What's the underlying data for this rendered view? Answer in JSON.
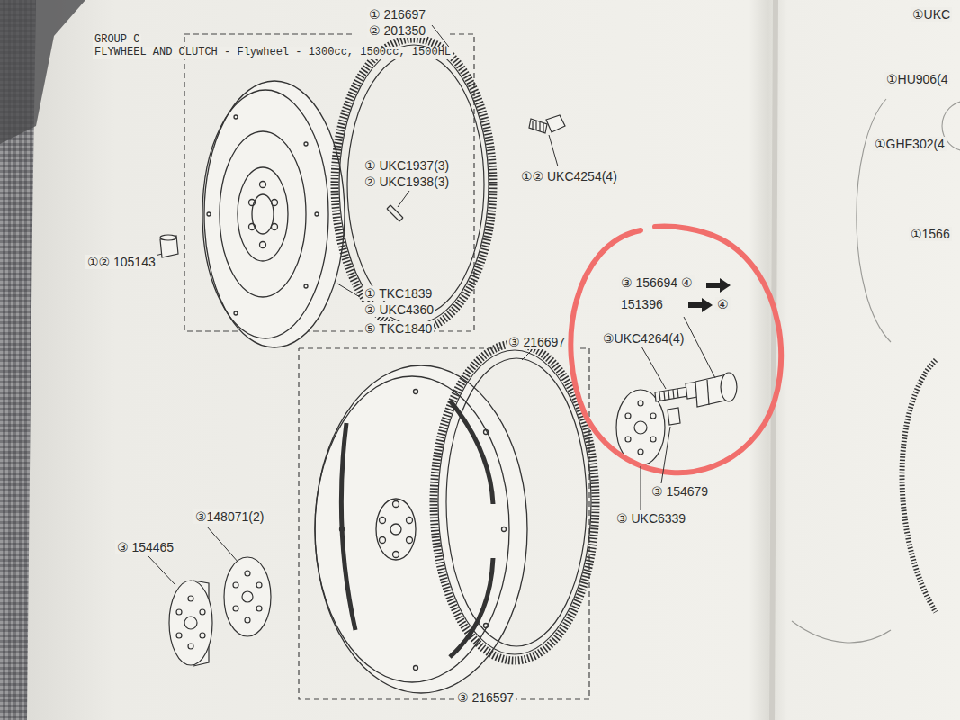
{
  "diagram": {
    "title": "GROUP C",
    "labels": [
      "FLYWHEEL AND CLUTCH - Flywheel - 1300cc, 1500cc, 1500HL",
      "① 216697",
      "② 201350",
      "① UKC1937(3)",
      "② UKC1938(3)",
      "①② UKC4254(4)",
      "①② 105143",
      "① TKC1839",
      "② UKC4360",
      "⑤ TKC1840",
      "③ 156694 ④",
      "151396",
      "④",
      "③UKC4264(4)",
      "③ 154679",
      "③ UKC6339",
      "③ 216697",
      "③148071(2)",
      "③ 154465",
      "③ 216597",
      "①UKC",
      "①HU906(4",
      "①GHF302(4",
      "①1566"
    ]
  }
}
